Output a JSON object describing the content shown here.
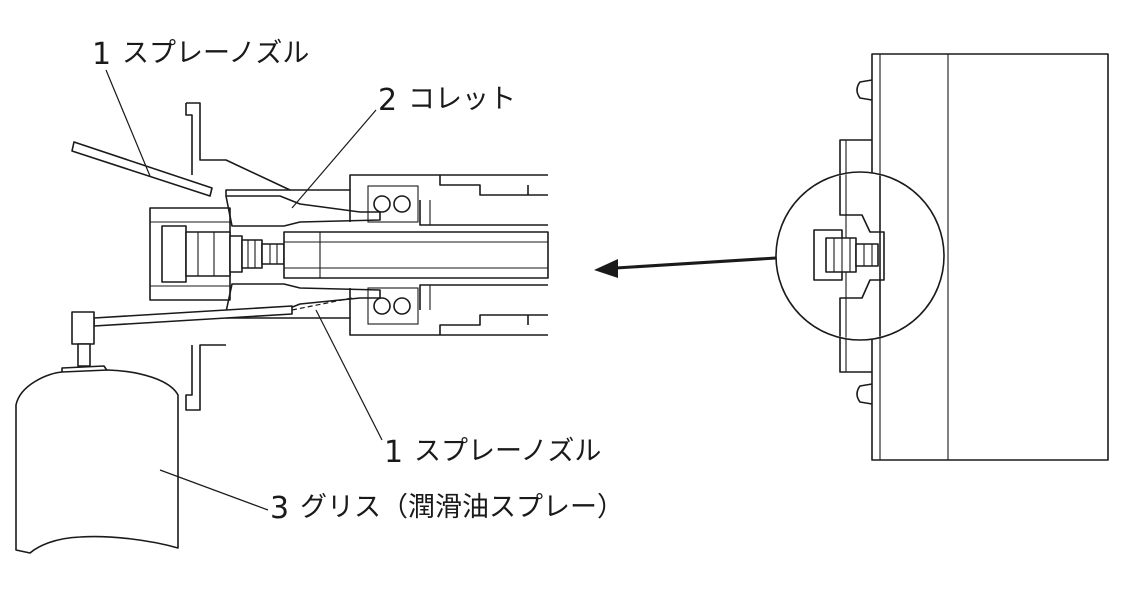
{
  "labels": {
    "spray_nozzle_top": {
      "number": "1",
      "text": "スプレーノズル"
    },
    "collet": {
      "number": "2",
      "text": "コレット"
    },
    "spray_nozzle_bottom": {
      "number": "1",
      "text": "スプレーノズル"
    },
    "grease": {
      "number": "3",
      "text": "グリス（潤滑油スプレー）"
    }
  }
}
